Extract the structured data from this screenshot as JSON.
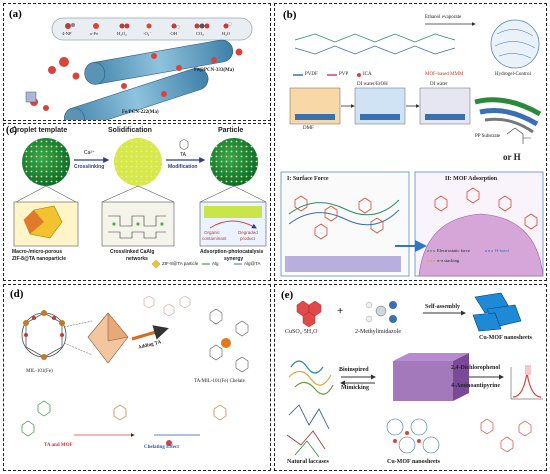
{
  "panel_a": {
    "label": "(a)",
    "legend": [
      "4-NP",
      "o-Fe",
      "H₂O₂",
      "·O₂⁻",
      "·OH",
      "CO₂",
      "H₂O"
    ],
    "fe_pcn_333": "Fe@PCN-333(Ma)",
    "fe_pcn_222": "Fe/PCN-222(Ma)"
  },
  "panel_b": {
    "label": "(b)",
    "ethanol": "Ethanol evaporate",
    "hydrogel": "Hydrogel-Control",
    "pvdf": "PVDF",
    "pvp": "PVP",
    "ica": "ICA",
    "mof": "MOF-based MMM",
    "dmf": "DMF",
    "di_etoh": "DI water/EtOH",
    "di": "DI water",
    "pp": "PP Substrate",
    "or_h": "or H",
    "surface": "I:  Surface Force",
    "mof_ads": "II:  MOF Adsorption",
    "electro": "Electrostatic force",
    "hbond": "H-bond",
    "pipi": "π-π stacking"
  },
  "panel_c": {
    "label": "(c)",
    "droplet": "Droplet template",
    "solid": "Solidification",
    "particle": "Particle",
    "ca": "Ca²⁺",
    "crosslinking": "Crosslinking",
    "ta": "TA",
    "modification": "Modification",
    "macro": "Macro-/micro-porous",
    "zif": "ZIF-8@TA nanoparticle",
    "crosslinked": "Crosslinked CaAlg",
    "networks": "networks",
    "organic": "Organic",
    "contaminant": "contaminant",
    "degraded": "Degraded",
    "product": "product",
    "adsorption": "Adsorption-photocatalysis",
    "synergy": "synergy",
    "leg1": "ZIF-8@TA particle",
    "leg2": "Alg",
    "leg3": "Alg@TA"
  },
  "panel_d": {
    "label": "(d)",
    "mil": "MIL-101(Fe)",
    "adding": "Adding TA",
    "chelate": "TA/MIL-101(Fe) Chelate",
    "ta_mof": "TA and MOF",
    "chelating": "Chelating Effect"
  },
  "panel_e": {
    "label": "(e)",
    "cuso4": "CuSO₄·5H₂O",
    "plus": "+",
    "methyl": "2-Methylimidazole",
    "self": "Self-assembly",
    "cu_mof": "Cu-MOF nanosheets",
    "bio": "Bioinspired",
    "mim": "Mimicking",
    "dcp": "2,4-Dichlorophenol",
    "aap": "4-Aminoantipyrine",
    "laccases": "Natural laccases",
    "cu_mof2": "Cu-MOF nanosheets"
  }
}
